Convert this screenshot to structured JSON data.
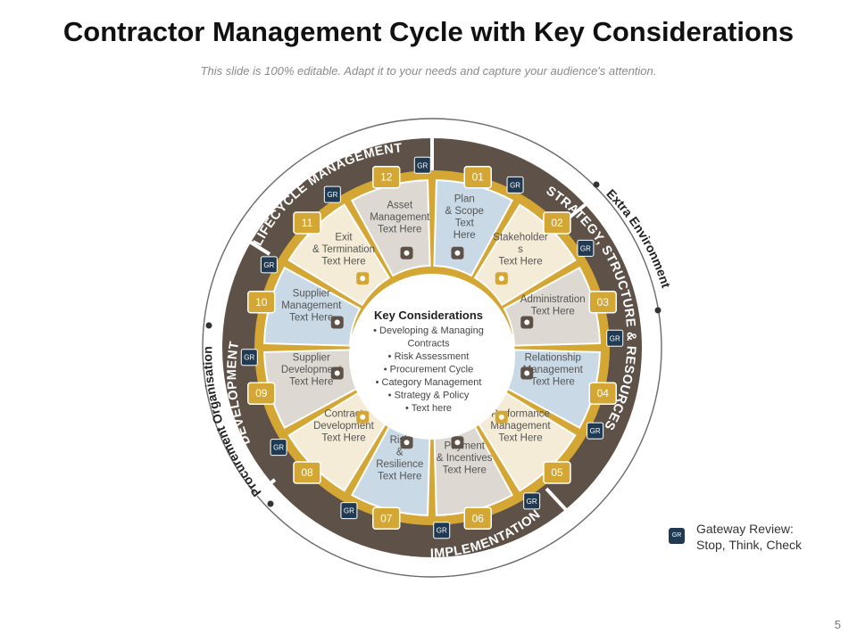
{
  "header": {
    "title": "Contractor Management Cycle with Key Considerations",
    "subtitle": "This slide is 100% editable. Adapt it to your needs and capture your audience's attention."
  },
  "ring": {
    "outer_labels": [
      "Extra Environment",
      "Procurement Organisation"
    ],
    "phases": [
      "LIFECYCLE MANAGEMENT",
      "STRATEGY, STRUCTURE & RESOURCES",
      "IMPLEMENTATION",
      "DEVELOPMENT"
    ],
    "gateway_badge": "GR"
  },
  "segments": [
    {
      "number": "01",
      "lines": [
        "Plan",
        "& Scope",
        "Text",
        "Here"
      ],
      "icon": "chart-board-icon",
      "color": "#c9d9e6"
    },
    {
      "number": "02",
      "lines": [
        "Stakeholder",
        "s",
        "Text Here"
      ],
      "icon": "network-icon",
      "color": "#f4ecd6"
    },
    {
      "number": "03",
      "lines": [
        "Administration",
        "Text Here"
      ],
      "icon": "gear-people-icon",
      "color": "#ddd8d2"
    },
    {
      "number": "04",
      "lines": [
        "Relationship",
        "Management",
        "Text Here"
      ],
      "icon": "handshake-icon",
      "color": "#c9d9e6"
    },
    {
      "number": "05",
      "lines": [
        "Performance",
        "Management",
        "Text Here"
      ],
      "icon": "sun-gear-icon",
      "color": "#f4ecd6"
    },
    {
      "number": "06",
      "lines": [
        "Payment",
        "& Incentives",
        "Text Here"
      ],
      "icon": "cash-register-icon",
      "color": "#ddd8d2"
    },
    {
      "number": "07",
      "lines": [
        "Risk",
        "&",
        "Resilience",
        "Text Here"
      ],
      "icon": "warning-icon",
      "color": "#c9d9e6"
    },
    {
      "number": "08",
      "lines": [
        "Contract",
        "Development",
        "Text Here"
      ],
      "icon": "contract-icon",
      "color": "#f4ecd6"
    },
    {
      "number": "09",
      "lines": [
        "Supplier",
        "Development",
        "Text Here"
      ],
      "icon": "gear-icon",
      "color": "#ddd8d2"
    },
    {
      "number": "10",
      "lines": [
        "Supplier",
        "Management",
        "Text Here"
      ],
      "icon": "cog-team-icon",
      "color": "#c9d9e6"
    },
    {
      "number": "11",
      "lines": [
        "Exit",
        "& Termination",
        "Text Here"
      ],
      "icon": "exit-door-icon",
      "color": "#f4ecd6"
    },
    {
      "number": "12",
      "lines": [
        "Asset",
        "Management",
        "Text Here"
      ],
      "icon": "hourglass-gear-icon",
      "color": "#ddd8d2"
    }
  ],
  "center": {
    "title": "Key Considerations",
    "items": [
      "• Developing & Managing",
      "Contracts",
      "• Risk Assessment",
      "• Procurement Cycle",
      "• Category Management",
      "• Strategy & Policy",
      "• Text here"
    ]
  },
  "legend": {
    "badge": "GR",
    "line1": "Gateway Review:",
    "line2": "Stop, Think, Check"
  },
  "page_number": "5",
  "colors": {
    "band": "#5e5148",
    "gold": "#d4a634",
    "blue": "#c9d9e6",
    "cream": "#f4ecd6",
    "taupe": "#ddd8d2",
    "gateway": "#1f3a52"
  }
}
